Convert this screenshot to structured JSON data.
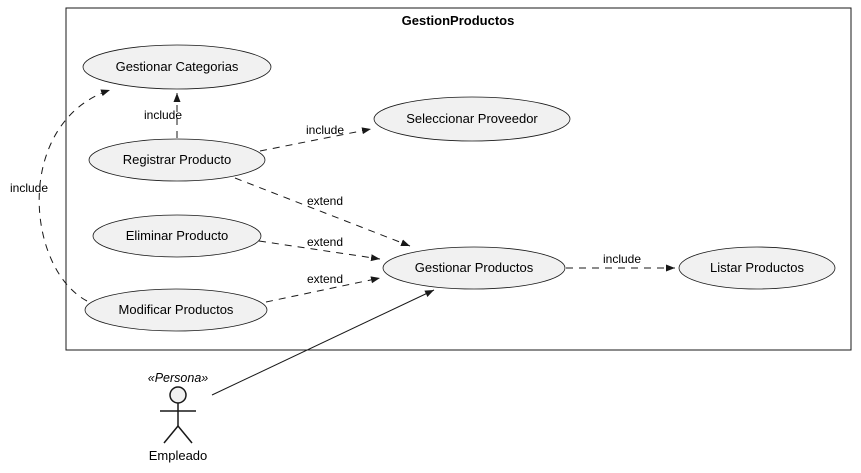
{
  "diagram": {
    "type": "uml-use-case",
    "system": {
      "title": "GestionProductos"
    },
    "usecases": [
      {
        "id": "gestionar-categorias",
        "label": "Gestionar Categorias"
      },
      {
        "id": "seleccionar-proveedor",
        "label": "Seleccionar Proveedor"
      },
      {
        "id": "registrar-producto",
        "label": "Registrar Producto"
      },
      {
        "id": "eliminar-producto",
        "label": "Eliminar Producto"
      },
      {
        "id": "gestionar-productos",
        "label": "Gestionar Productos"
      },
      {
        "id": "modificar-productos",
        "label": "Modificar Productos"
      },
      {
        "id": "listar-productos",
        "label": "Listar Productos"
      }
    ],
    "actor": {
      "stereotype": "«Persona»",
      "name": "Empleado"
    },
    "edges": [
      {
        "from": "registrar-producto",
        "to": "gestionar-categorias",
        "label": "include",
        "style": "dashed"
      },
      {
        "from": "registrar-producto",
        "to": "seleccionar-proveedor",
        "label": "include",
        "style": "dashed"
      },
      {
        "from": "registrar-producto",
        "to": "gestionar-productos",
        "label": "extend",
        "style": "dashed"
      },
      {
        "from": "eliminar-producto",
        "to": "gestionar-productos",
        "label": "extend",
        "style": "dashed"
      },
      {
        "from": "modificar-productos",
        "to": "gestionar-productos",
        "label": "extend",
        "style": "dashed"
      },
      {
        "from": "gestionar-productos",
        "to": "listar-productos",
        "label": "include",
        "style": "dashed"
      },
      {
        "from": "modificar-productos",
        "to": "gestionar-categorias",
        "label": "include",
        "style": "dashed-curved"
      },
      {
        "from": "empleado",
        "to": "gestionar-productos",
        "label": "",
        "style": "solid"
      }
    ],
    "colors": {
      "usecase_fill": "#F1F1F1",
      "stroke": "#181818",
      "background": "#FFFFFF"
    }
  }
}
